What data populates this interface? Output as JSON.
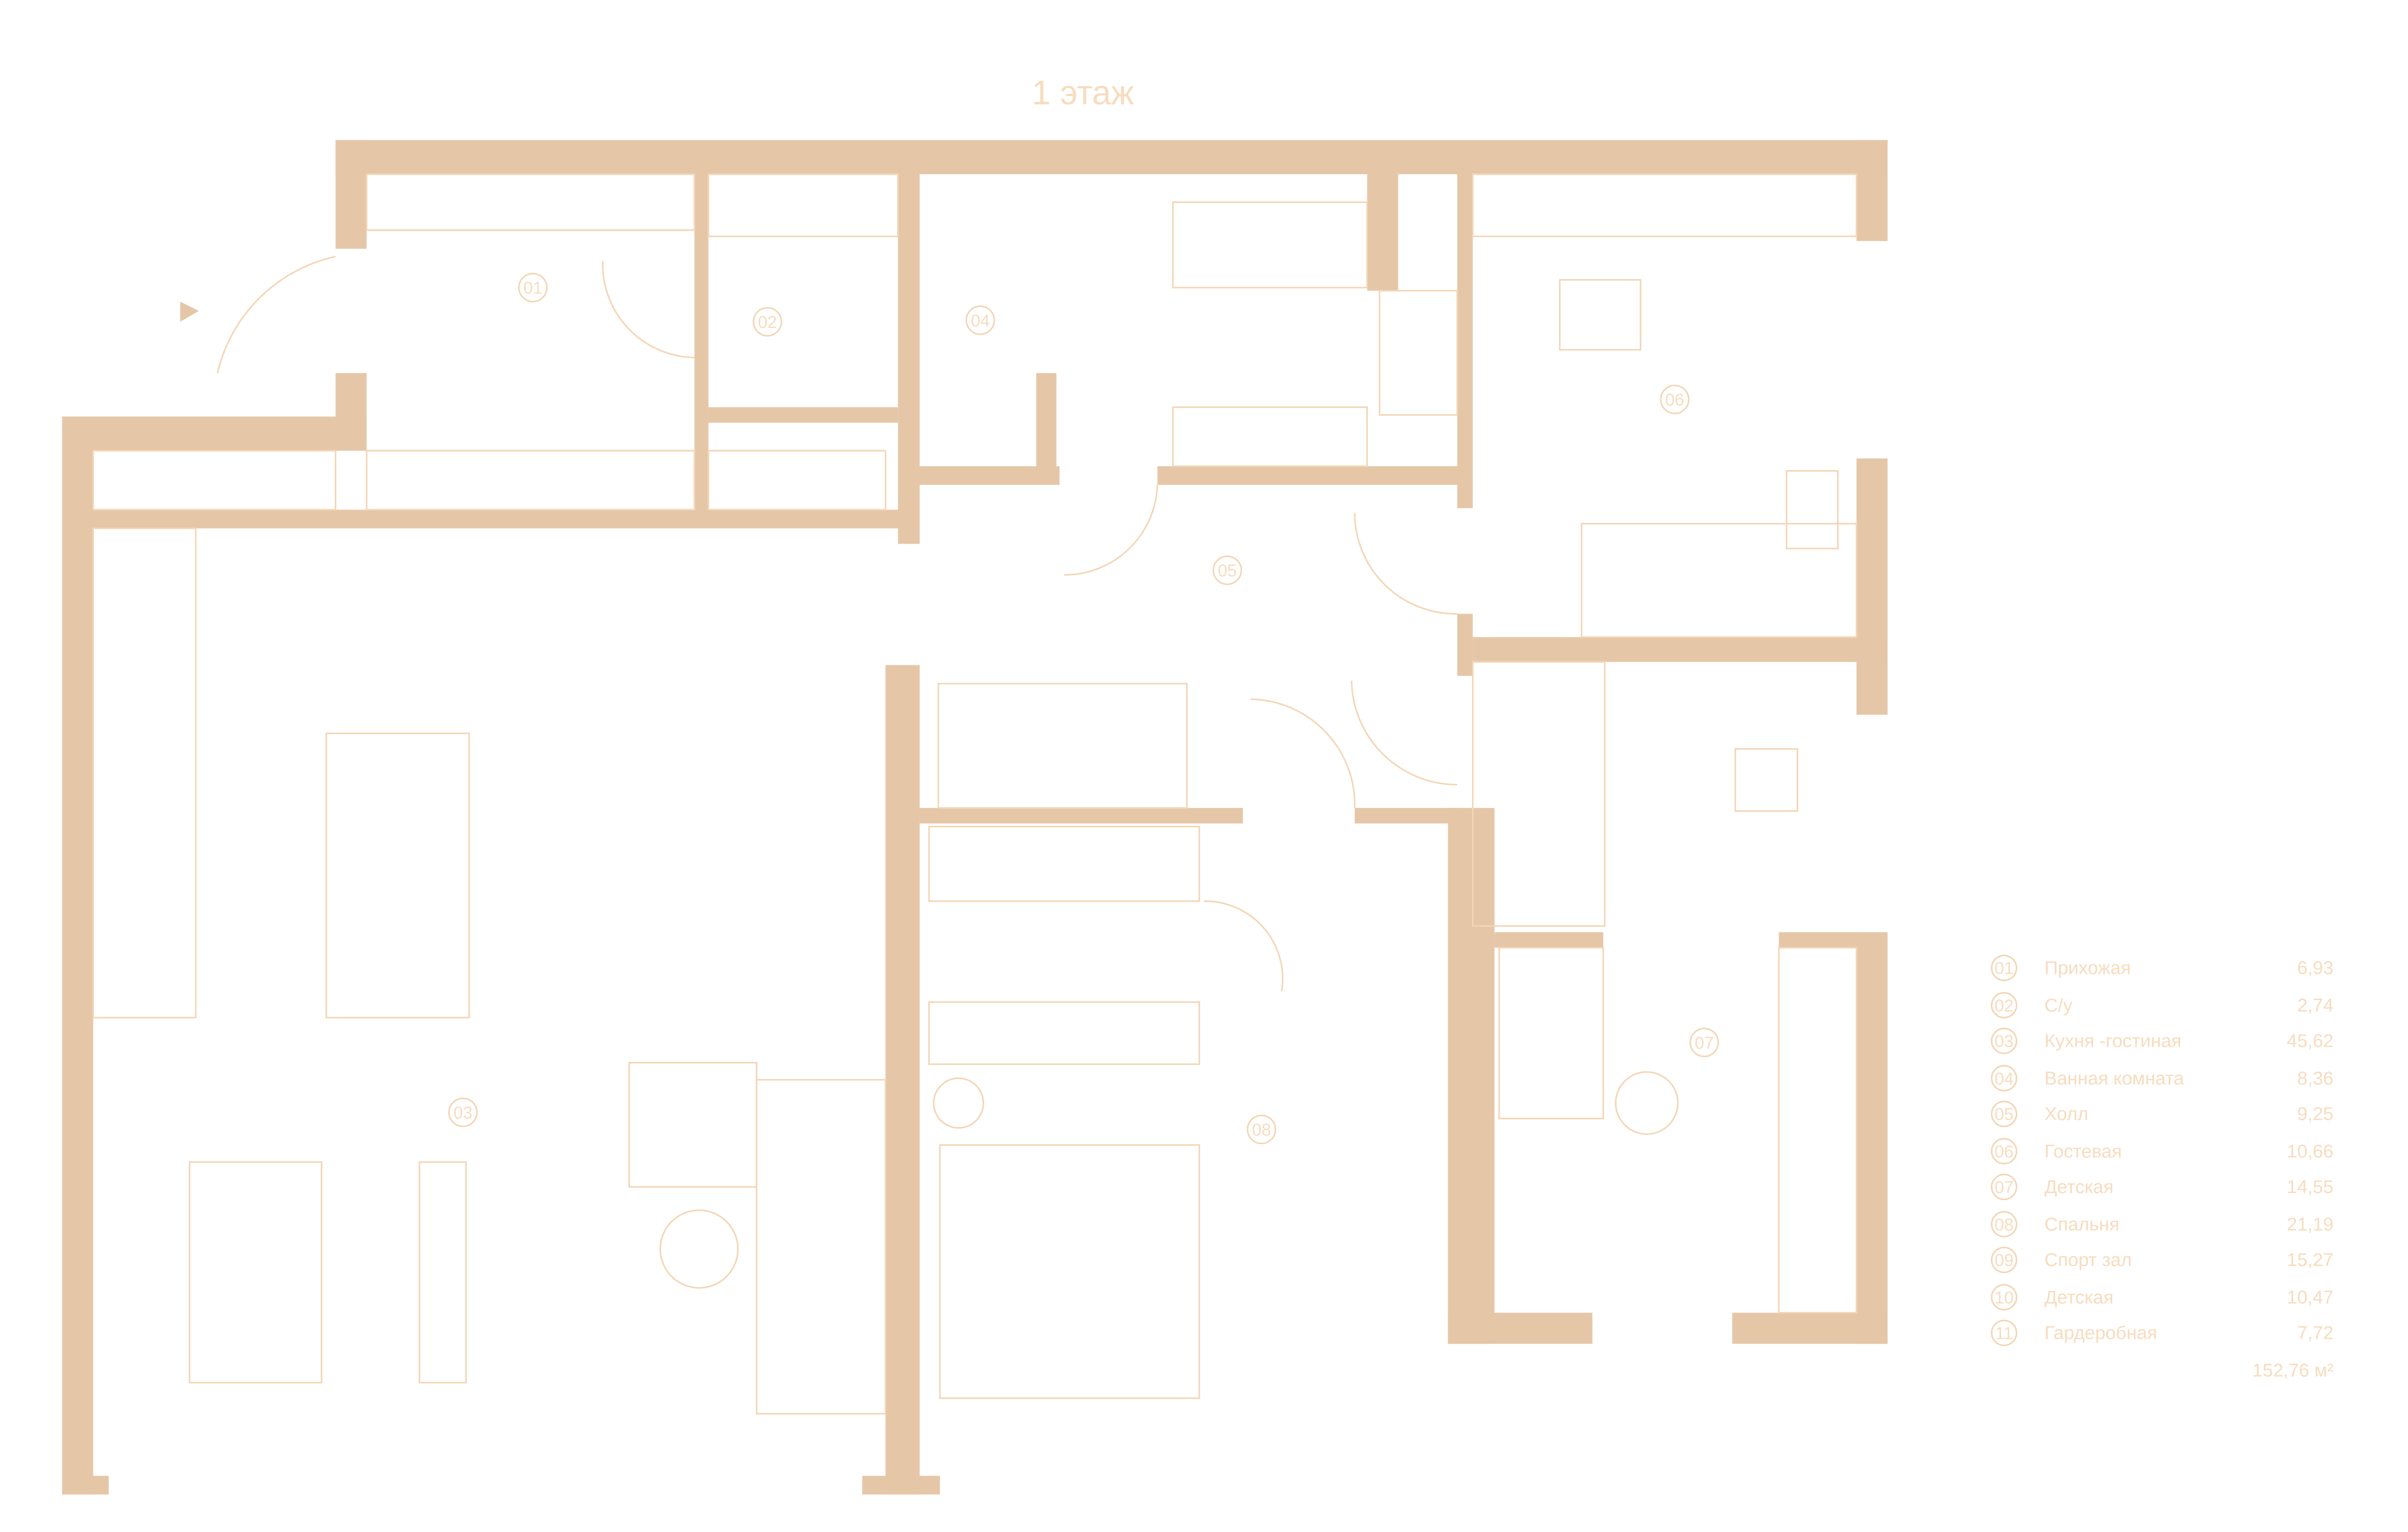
{
  "title": "1 этаж",
  "colors": {
    "wall": "#e5c7a8",
    "line": "#f3d6b6",
    "text": "#f7dcbf"
  },
  "plan_labels": [
    "01",
    "02",
    "03",
    "04",
    "05",
    "06",
    "07",
    "08"
  ],
  "legend": [
    {
      "num": "01",
      "name": "Прихожая",
      "area": "6,93"
    },
    {
      "num": "02",
      "name": "С/у",
      "area": "2,74"
    },
    {
      "num": "03",
      "name": "Кухня -гостиная",
      "area": "45,62"
    },
    {
      "num": "04",
      "name": "Ванная комната",
      "area": "8,36"
    },
    {
      "num": "05",
      "name": "Холл",
      "area": "9,25"
    },
    {
      "num": "06",
      "name": "Гостевая",
      "area": "10,66"
    },
    {
      "num": "07",
      "name": "Детская",
      "area": "14,55"
    },
    {
      "num": "08",
      "name": "Спальня",
      "area": "21,19"
    },
    {
      "num": "09",
      "name": "Спорт зал",
      "area": "15,27"
    },
    {
      "num": "10",
      "name": "Детская",
      "area": "10,47"
    },
    {
      "num": "11",
      "name": "Гардеробная",
      "area": "7,72"
    }
  ],
  "total": "152,76 м²"
}
